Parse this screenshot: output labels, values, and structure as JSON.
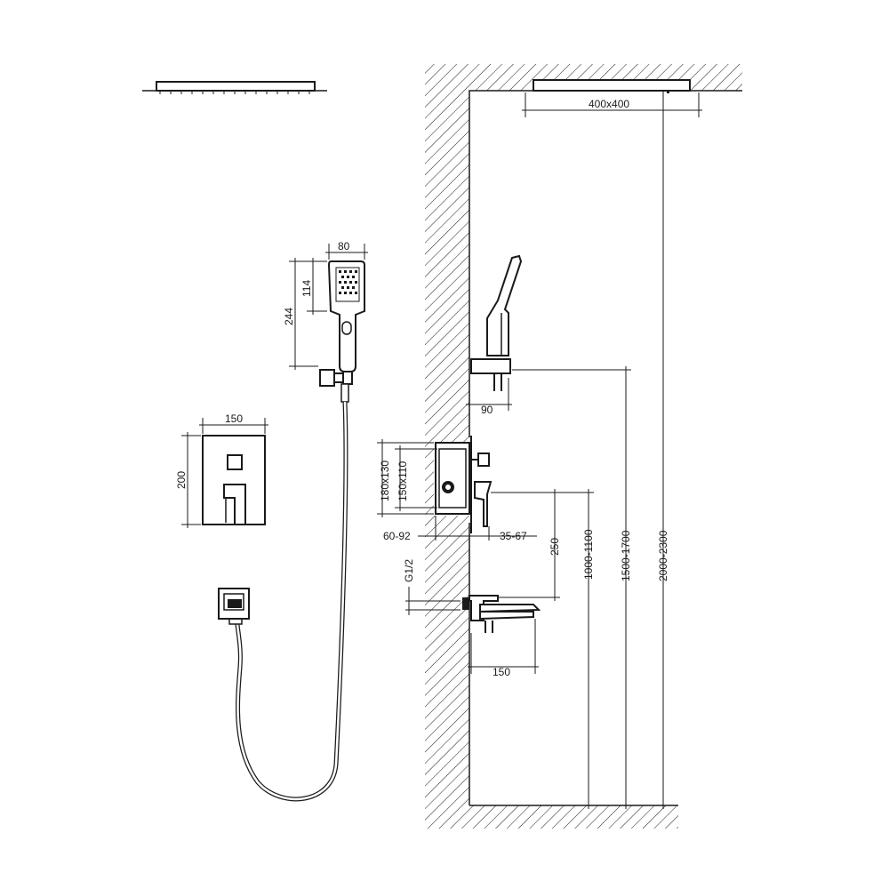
{
  "colors": {
    "line": "#1a1a1a",
    "background": "#ffffff"
  },
  "dimensions": {
    "shower_head_size": "400x400",
    "handheld_width": "80",
    "handheld_head_height": "114",
    "handheld_total_height": "244",
    "plate_width": "150",
    "plate_height": "200",
    "holder_offset": "90",
    "box_outer": "180x130",
    "box_inner": "150x110",
    "box_depth": "60-92",
    "mixer_projection": "35-67",
    "mixer_to_spout": "250",
    "mixer_height": "1000-1100",
    "holder_height": "1500-1700",
    "ceiling_height": "2000-2300",
    "thread": "G1/2",
    "spout_length": "150"
  }
}
